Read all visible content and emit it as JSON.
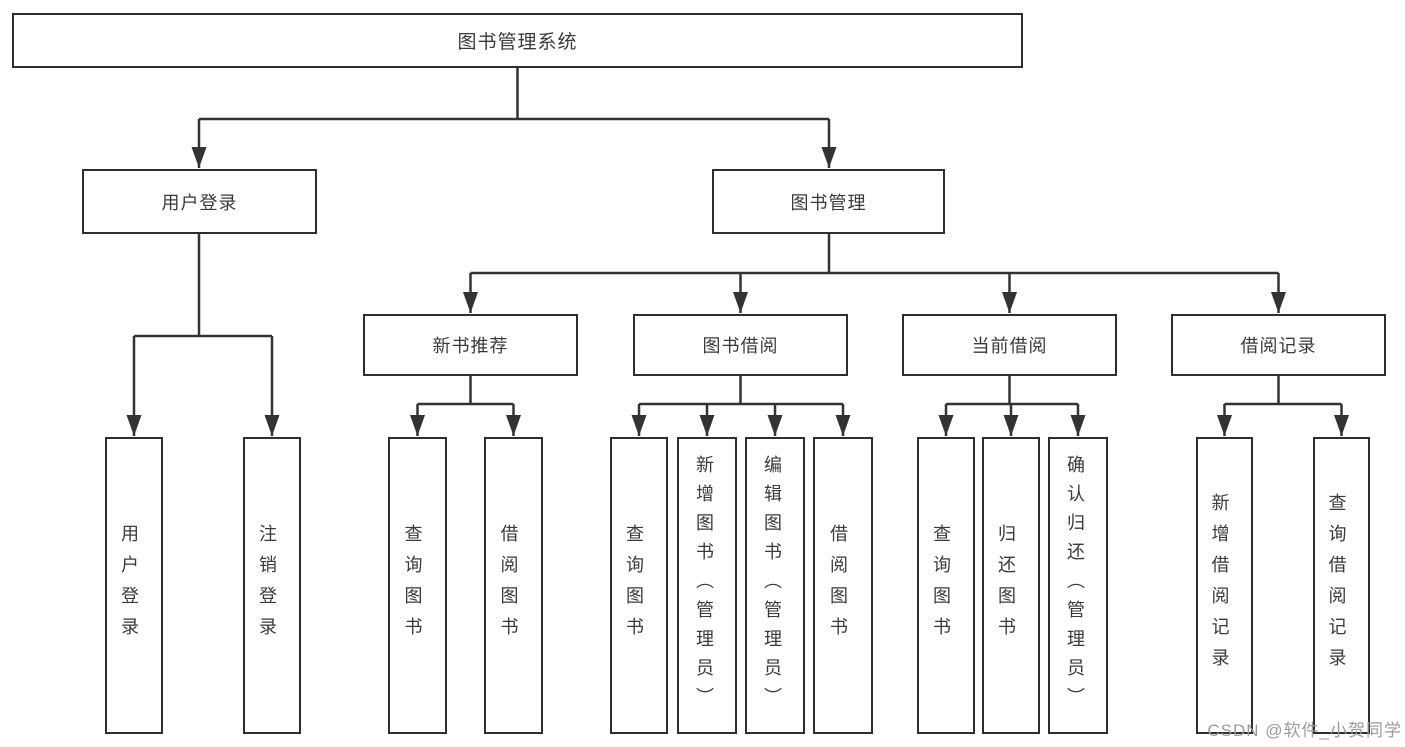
{
  "colors": {
    "line": "#333333",
    "box_border": "#2e2e2e",
    "box_fill": "#ffffff",
    "text": "#3a3a3a",
    "watermark": "#9b9b9b",
    "background": "#ffffff"
  },
  "tree": {
    "root": {
      "label": "图书管理系统"
    },
    "branches": [
      {
        "label": "用户登录",
        "children": [
          {
            "label": "用户登录"
          },
          {
            "label": "注销登录"
          }
        ]
      },
      {
        "label": "图书管理",
        "children": [
          {
            "label": "新书推荐",
            "children": [
              {
                "label": "查询图书"
              },
              {
                "label": "借阅图书"
              }
            ]
          },
          {
            "label": "图书借阅",
            "children": [
              {
                "label": "查询图书"
              },
              {
                "label": "新增图书（管理员）"
              },
              {
                "label": "编辑图书（管理员）"
              },
              {
                "label": "借阅图书"
              }
            ]
          },
          {
            "label": "当前借阅",
            "children": [
              {
                "label": "查询图书"
              },
              {
                "label": "归还图书"
              },
              {
                "label": "确认归还（管理员）"
              }
            ]
          },
          {
            "label": "借阅记录",
            "children": [
              {
                "label": "新增借阅记录"
              },
              {
                "label": "查询借阅记录"
              }
            ]
          }
        ]
      }
    ]
  },
  "watermark": {
    "text": "CSDN @软件_小贺同学"
  }
}
